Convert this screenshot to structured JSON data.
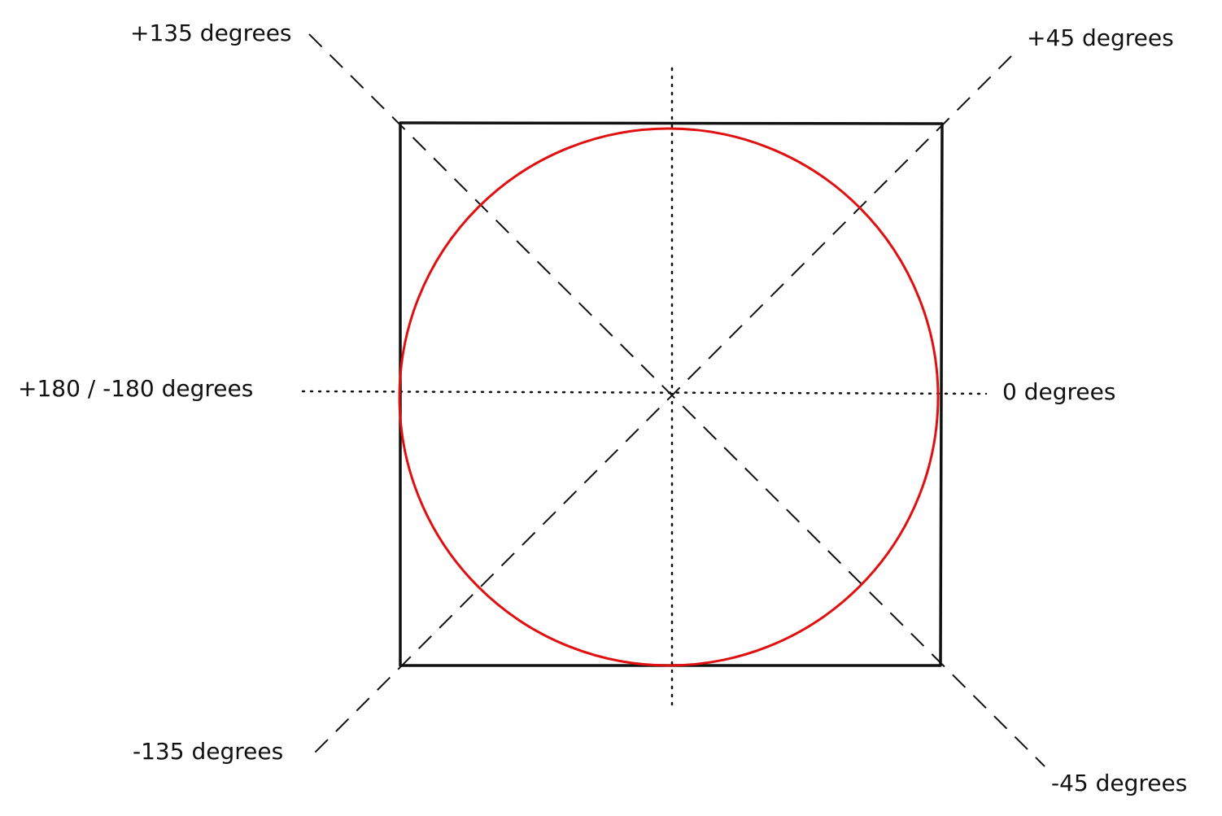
{
  "colors": {
    "stroke": "#111111",
    "circle": "#e01010",
    "background": "#ffffff"
  },
  "labels": {
    "deg_plus_135": "+135 degrees",
    "deg_plus_45": "+45 degrees",
    "deg_180": "+180 / -180 degrees",
    "deg_0": "0 degrees",
    "deg_minus_135": "-135 degrees",
    "deg_minus_45": "-45 degrees"
  }
}
